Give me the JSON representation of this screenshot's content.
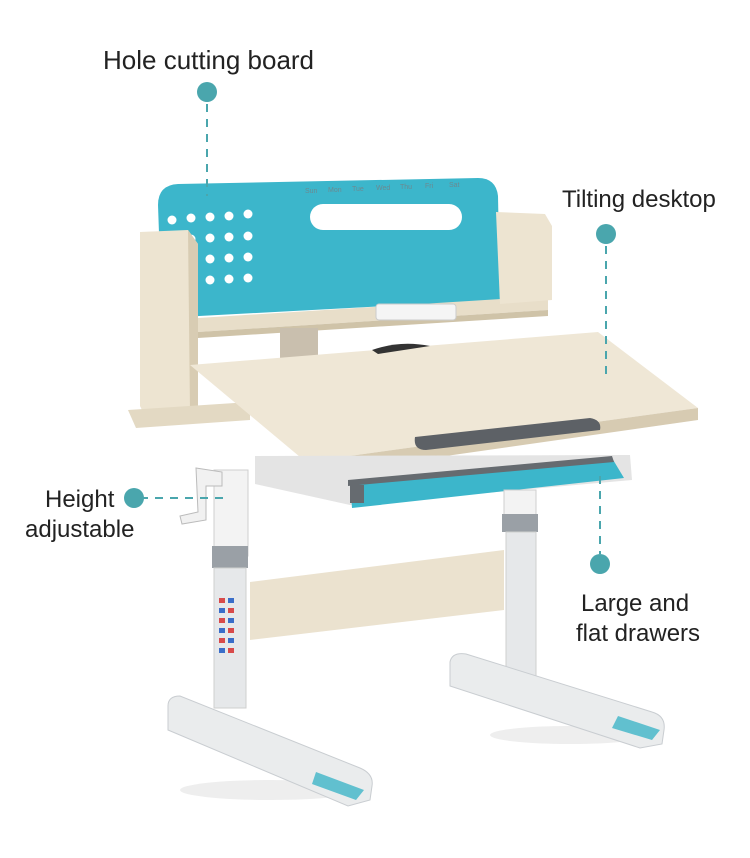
{
  "callouts": {
    "hole_cutting_board": "Hole cutting board",
    "tilting_desktop": "Tilting desktop",
    "height_adjustable_line1": "Height",
    "height_adjustable_line2": "adjustable",
    "drawers_line1": "Large and",
    "drawers_line2": "flat drawers"
  },
  "calendar_days": [
    "Sun",
    "Mon",
    "Tue",
    "Wed",
    "Thu",
    "Fri",
    "Sat"
  ],
  "colors": {
    "accent": "#4aa6ad",
    "panel_blue": "#3cb6cb",
    "wood": "#ece3d0",
    "frame_gray": "#dcdfe2"
  }
}
